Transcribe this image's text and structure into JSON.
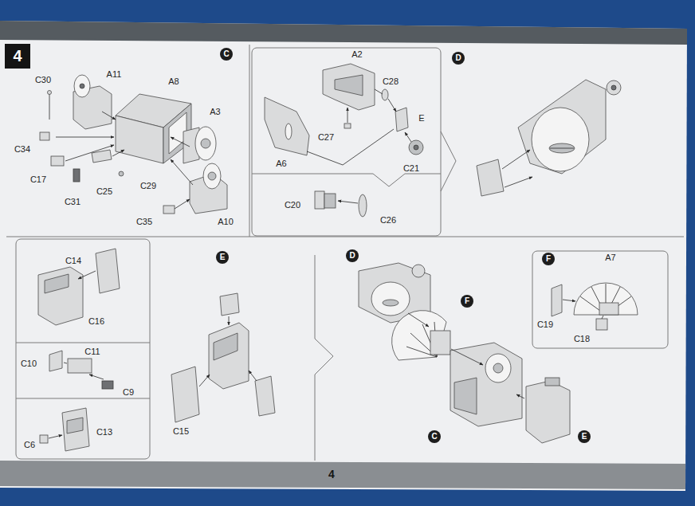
{
  "diagram": {
    "nodes": [
      {
        "text": [
          "4"
        ]
      },
      {
        "text": [
          "C"
        ]
      },
      {
        "text": [
          "D"
        ]
      },
      {
        "text": [
          "E"
        ]
      },
      {
        "text": [
          "D"
        ]
      },
      {
        "text": [
          "F"
        ]
      },
      {
        "text": [
          "F"
        ]
      },
      {
        "text": [
          "C"
        ]
      },
      {
        "text": [
          "E"
        ]
      }
    ],
    "labels": [
      "C30",
      "A11",
      "A8",
      "A3",
      "C34",
      "C17",
      "C25",
      "C29",
      "C31",
      "C35",
      "A10",
      "A2",
      "C28",
      "E",
      "C27",
      "A6",
      "C21",
      "C20",
      "C26",
      "C14",
      "C16",
      "C10",
      "C11",
      "C9",
      "C6",
      "C13",
      "C15",
      "A7",
      "C19",
      "C18",
      "4"
    ]
  }
}
